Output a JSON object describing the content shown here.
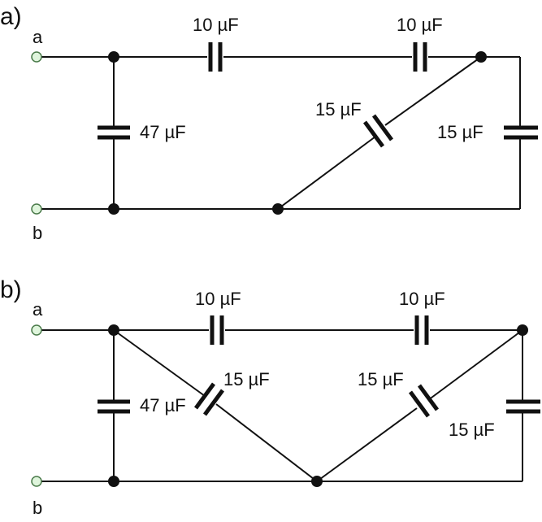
{
  "colors": {
    "wire": "#111111",
    "terminal_fill": "#dff5dc",
    "terminal_stroke": "#4a7a4a",
    "background": "#ffffff"
  },
  "circuit_a": {
    "label": "a)",
    "terminal_top": "a",
    "terminal_bottom": "b",
    "cap_left": "47 µF",
    "cap_top_left": "10 µF",
    "cap_top_right": "10 µF",
    "cap_diagonal": "15 µF",
    "cap_right": "15 µF"
  },
  "circuit_b": {
    "label": "b)",
    "terminal_top": "a",
    "terminal_bottom": "b",
    "cap_left": "47 µF",
    "cap_top_left": "10 µF",
    "cap_top_right": "10 µF",
    "cap_diagonal_left": "15 µF",
    "cap_diagonal_right": "15 µF",
    "cap_right": "15 µF"
  }
}
